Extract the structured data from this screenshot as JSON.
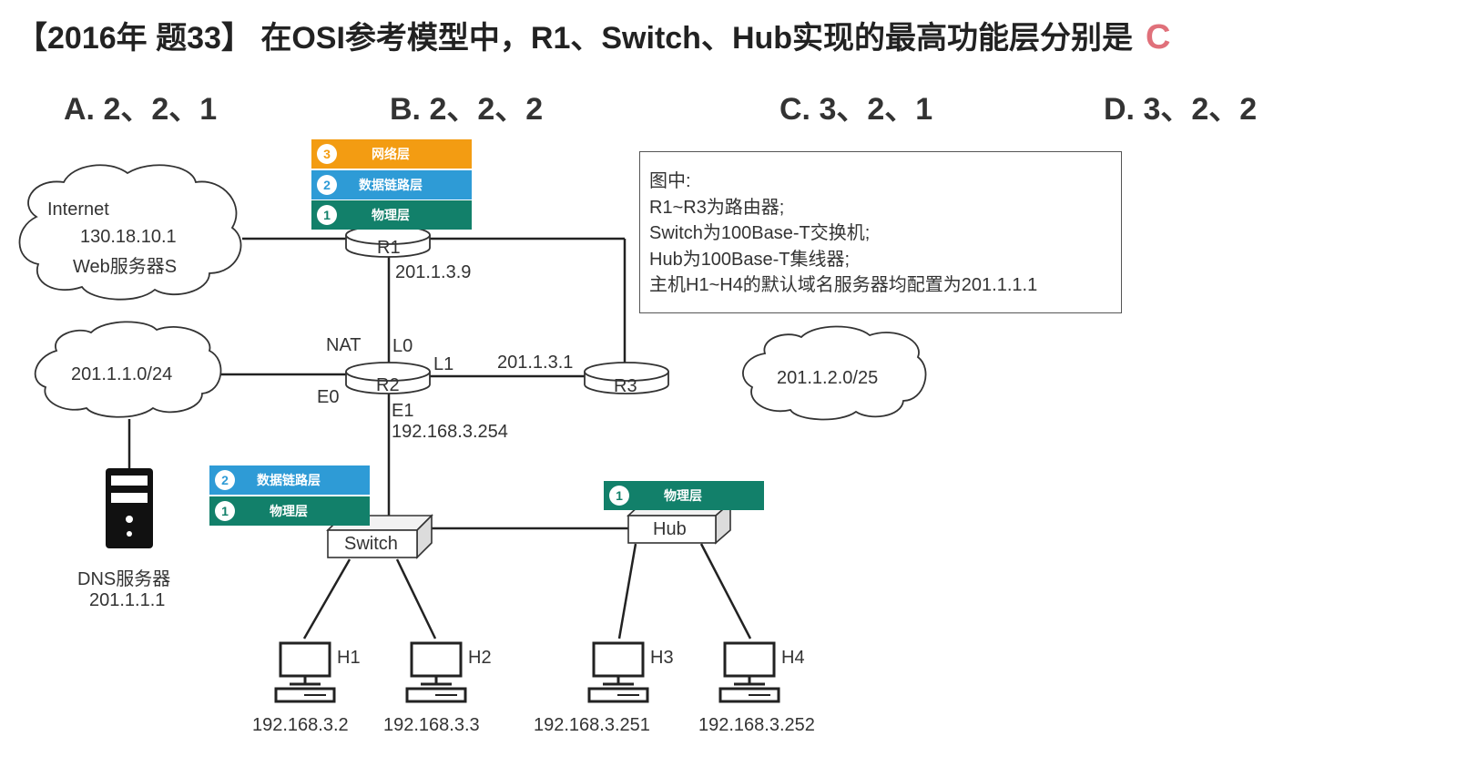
{
  "question": {
    "title": "【2016年 题33】 在OSI参考模型中，R1、Switch、Hub实现的最高功能层分别是",
    "answer": "C",
    "options": [
      {
        "label": "A. 2、2、1"
      },
      {
        "label": "B. 2、2、2"
      },
      {
        "label": "C. 3、2、1"
      },
      {
        "label": "D. 3、2、2"
      }
    ]
  },
  "layers": {
    "r1": [
      {
        "num": "3",
        "name": "网络层",
        "color": "#f39c12"
      },
      {
        "num": "2",
        "name": "数据链路层",
        "color": "#2e9bd6"
      },
      {
        "num": "1",
        "name": "物理层",
        "color": "#12806a"
      }
    ],
    "switch": [
      {
        "num": "2",
        "name": "数据链路层",
        "color": "#2e9bd6"
      },
      {
        "num": "1",
        "name": "物理层",
        "color": "#12806a"
      }
    ],
    "hub": [
      {
        "num": "1",
        "name": "物理层",
        "color": "#12806a"
      }
    ]
  },
  "note": {
    "lines": [
      "图中:",
      "R1~R3为路由器;",
      "Switch为100Base-T交换机;",
      "Hub为100Base-T集线器;",
      "主机H1~H4的默认域名服务器均配置为201.1.1.1"
    ]
  },
  "network": {
    "internet_cloud": {
      "line1": "Internet",
      "line2": "130.18.10.1",
      "line3": "Web服务器S"
    },
    "lan_cloud": {
      "label": "201.1.1.0/24"
    },
    "r3_cloud": {
      "label": "201.1.2.0/25"
    },
    "routers": {
      "r1": "R1",
      "r2": "R2",
      "r3": "R3"
    },
    "r1_ip": "201.1.3.9",
    "nat": "NAT",
    "l0": "L0",
    "l1": "L1",
    "r3_ip": "201.1.3.1",
    "e0": "E0",
    "e1": "E1",
    "e1_ip": "192.168.3.254",
    "dns": {
      "line1": "DNS服务器",
      "line2": "201.1.1.1"
    },
    "switch": "Switch",
    "hub": "Hub",
    "hosts": [
      {
        "name": "H1",
        "ip": "192.168.3.2"
      },
      {
        "name": "H2",
        "ip": "192.168.3.3"
      },
      {
        "name": "H3",
        "ip": "192.168.3.251"
      },
      {
        "name": "H4",
        "ip": "192.168.3.252"
      }
    ]
  }
}
